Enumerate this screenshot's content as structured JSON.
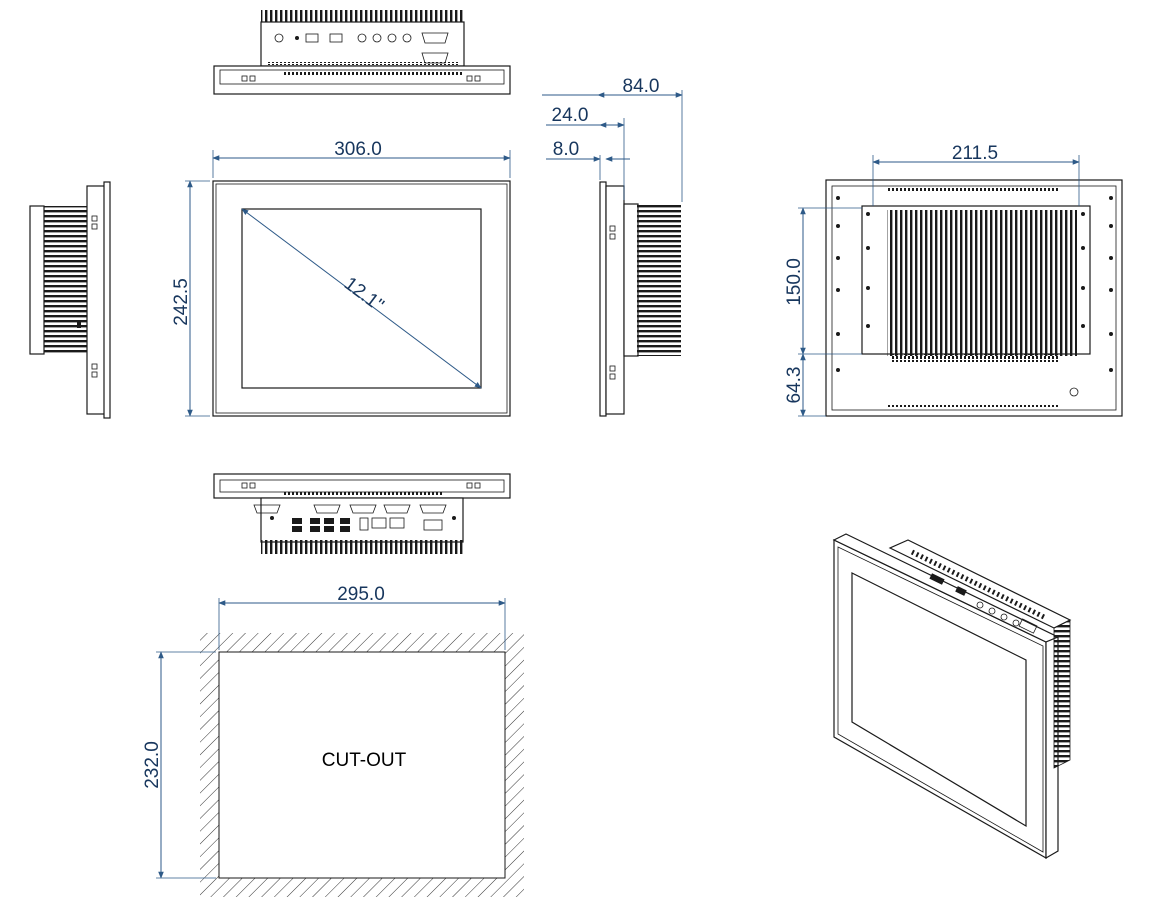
{
  "dimensions": {
    "front_width": "306.0",
    "front_height": "242.5",
    "diagonal": "12.1\"",
    "total_depth": "84.0",
    "panel_depth": "24.0",
    "bezel_depth": "8.0",
    "mount_width": "211.5",
    "mount_height": "150.0",
    "mount_offset": "64.3",
    "cutout_width": "295.0",
    "cutout_height": "232.0"
  },
  "cutout_label": "CUT-OUT",
  "colors": {
    "dimension": "#17365d",
    "outline": "#1a1a1a",
    "hatch": "#333333"
  }
}
